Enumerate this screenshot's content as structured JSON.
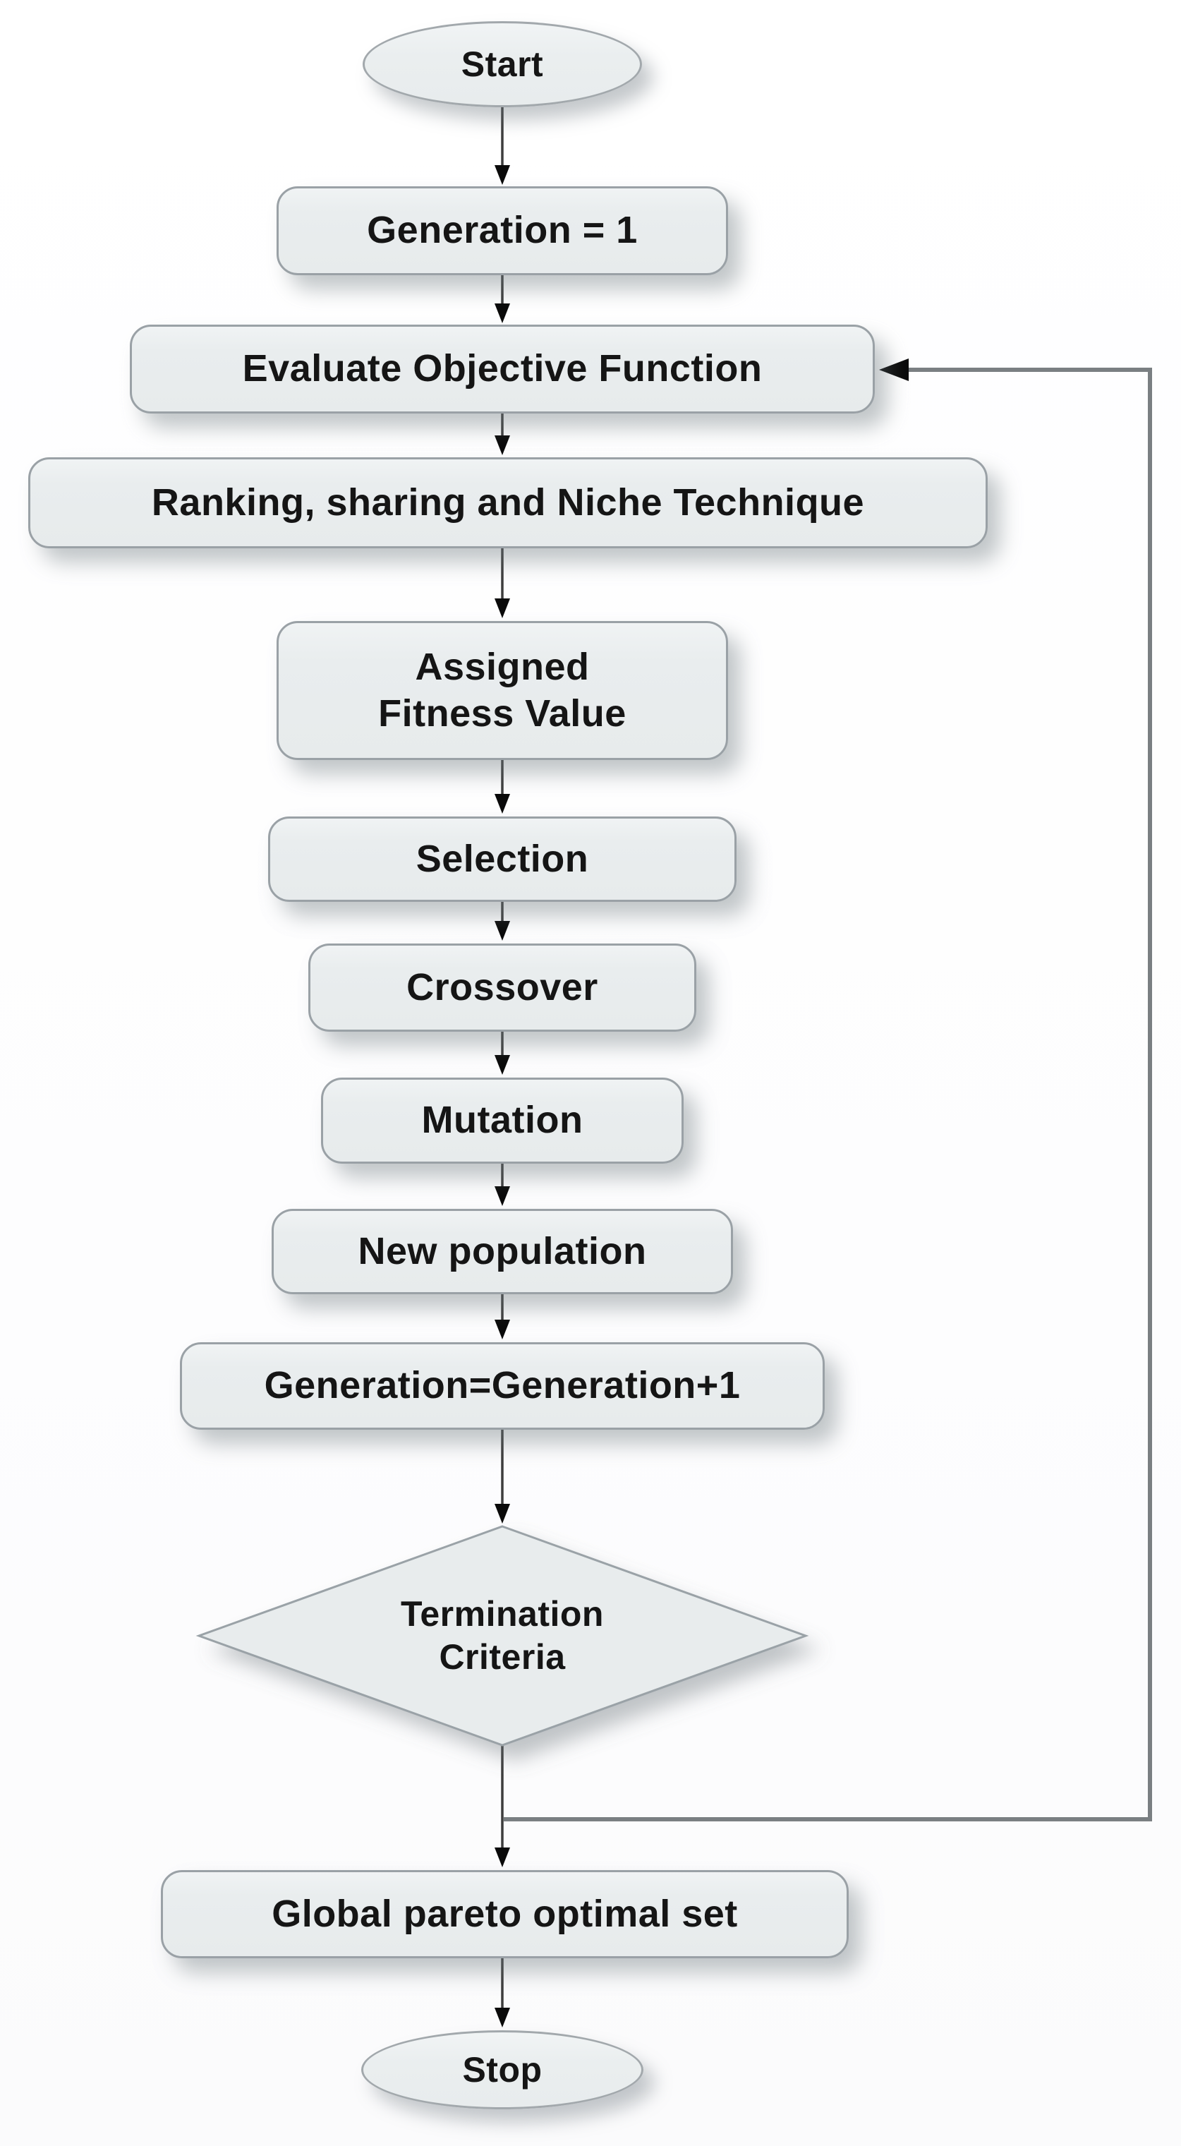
{
  "flowchart": {
    "description": "Genetic algorithm flowchart with pareto optimal set",
    "nodes": [
      {
        "id": "start",
        "type": "terminator",
        "label": "Start"
      },
      {
        "id": "generation-init",
        "type": "process",
        "label": "Generation = 1"
      },
      {
        "id": "evaluate-objective",
        "type": "process",
        "label": "Evaluate Objective Function"
      },
      {
        "id": "ranking-sharing-niche",
        "type": "process",
        "label": "Ranking, sharing and Niche Technique"
      },
      {
        "id": "assigned-fitness",
        "type": "process",
        "label": "Assigned\nFitness Value"
      },
      {
        "id": "selection",
        "type": "process",
        "label": "Selection"
      },
      {
        "id": "crossover",
        "type": "process",
        "label": "Crossover"
      },
      {
        "id": "mutation",
        "type": "process",
        "label": "Mutation"
      },
      {
        "id": "new-population",
        "type": "process",
        "label": "New population"
      },
      {
        "id": "generation-increment",
        "type": "process",
        "label": "Generation=Generation+1"
      },
      {
        "id": "termination-criteria",
        "type": "decision",
        "label": "Termination\nCriteria"
      },
      {
        "id": "global-pareto",
        "type": "process",
        "label": "Global pareto optimal set"
      },
      {
        "id": "stop",
        "type": "terminator",
        "label": "Stop"
      }
    ],
    "edges": [
      {
        "from": "start",
        "to": "generation-init"
      },
      {
        "from": "generation-init",
        "to": "evaluate-objective"
      },
      {
        "from": "evaluate-objective",
        "to": "ranking-sharing-niche"
      },
      {
        "from": "ranking-sharing-niche",
        "to": "assigned-fitness"
      },
      {
        "from": "assigned-fitness",
        "to": "selection"
      },
      {
        "from": "selection",
        "to": "crossover"
      },
      {
        "from": "crossover",
        "to": "mutation"
      },
      {
        "from": "mutation",
        "to": "new-population"
      },
      {
        "from": "new-population",
        "to": "generation-increment"
      },
      {
        "from": "generation-increment",
        "to": "termination-criteria"
      },
      {
        "from": "termination-criteria",
        "to": "global-pareto"
      },
      {
        "from": "termination-criteria",
        "to": "evaluate-objective",
        "via": "right-side-feedback-loop"
      },
      {
        "from": "global-pareto",
        "to": "stop"
      }
    ],
    "colors": {
      "node_fill": "#e9edee",
      "node_border": "#9aa1a6",
      "text": "#151515",
      "arrow_line": "#3d3d3d",
      "arrowhead": "#0a0a0a",
      "feedback_line": "#7a7f82",
      "background": "#ffffff"
    }
  }
}
